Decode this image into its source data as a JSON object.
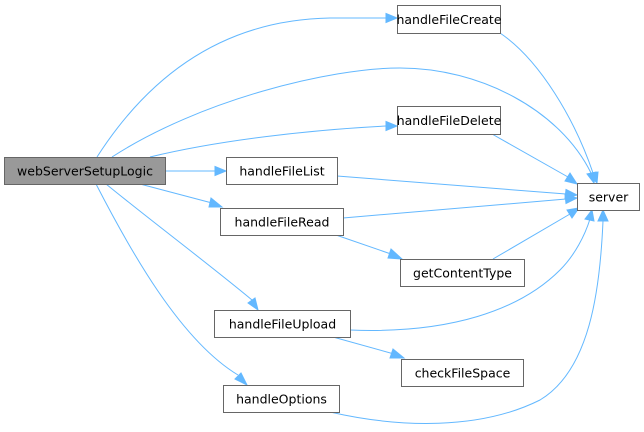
{
  "diagram": {
    "type": "call-graph",
    "colors": {
      "edge": "#63b8ff",
      "node_border": "#666666",
      "root_fill": "#999999",
      "node_fill": "#ffffff"
    },
    "nodes": [
      {
        "id": "webServerSetupLogic",
        "label": "webServerSetupLogic",
        "root": true
      },
      {
        "id": "handleFileCreate",
        "label": "handleFileCreate"
      },
      {
        "id": "handleFileDelete",
        "label": "handleFileDelete"
      },
      {
        "id": "handleFileList",
        "label": "handleFileList"
      },
      {
        "id": "handleFileRead",
        "label": "handleFileRead"
      },
      {
        "id": "server",
        "label": "server"
      },
      {
        "id": "getContentType",
        "label": "getContentType"
      },
      {
        "id": "handleFileUpload",
        "label": "handleFileUpload"
      },
      {
        "id": "checkFileSpace",
        "label": "checkFileSpace"
      },
      {
        "id": "handleOptions",
        "label": "handleOptions"
      }
    ],
    "edges": [
      {
        "from": "webServerSetupLogic",
        "to": "handleFileCreate"
      },
      {
        "from": "webServerSetupLogic",
        "to": "server"
      },
      {
        "from": "webServerSetupLogic",
        "to": "handleFileDelete"
      },
      {
        "from": "webServerSetupLogic",
        "to": "handleFileList"
      },
      {
        "from": "webServerSetupLogic",
        "to": "handleFileRead"
      },
      {
        "from": "webServerSetupLogic",
        "to": "handleFileUpload"
      },
      {
        "from": "webServerSetupLogic",
        "to": "handleOptions"
      },
      {
        "from": "handleFileCreate",
        "to": "server"
      },
      {
        "from": "handleFileDelete",
        "to": "server"
      },
      {
        "from": "handleFileList",
        "to": "server"
      },
      {
        "from": "handleFileRead",
        "to": "server"
      },
      {
        "from": "handleFileRead",
        "to": "getContentType"
      },
      {
        "from": "getContentType",
        "to": "server"
      },
      {
        "from": "handleFileUpload",
        "to": "server"
      },
      {
        "from": "handleFileUpload",
        "to": "checkFileSpace"
      },
      {
        "from": "handleOptions",
        "to": "server"
      }
    ]
  }
}
